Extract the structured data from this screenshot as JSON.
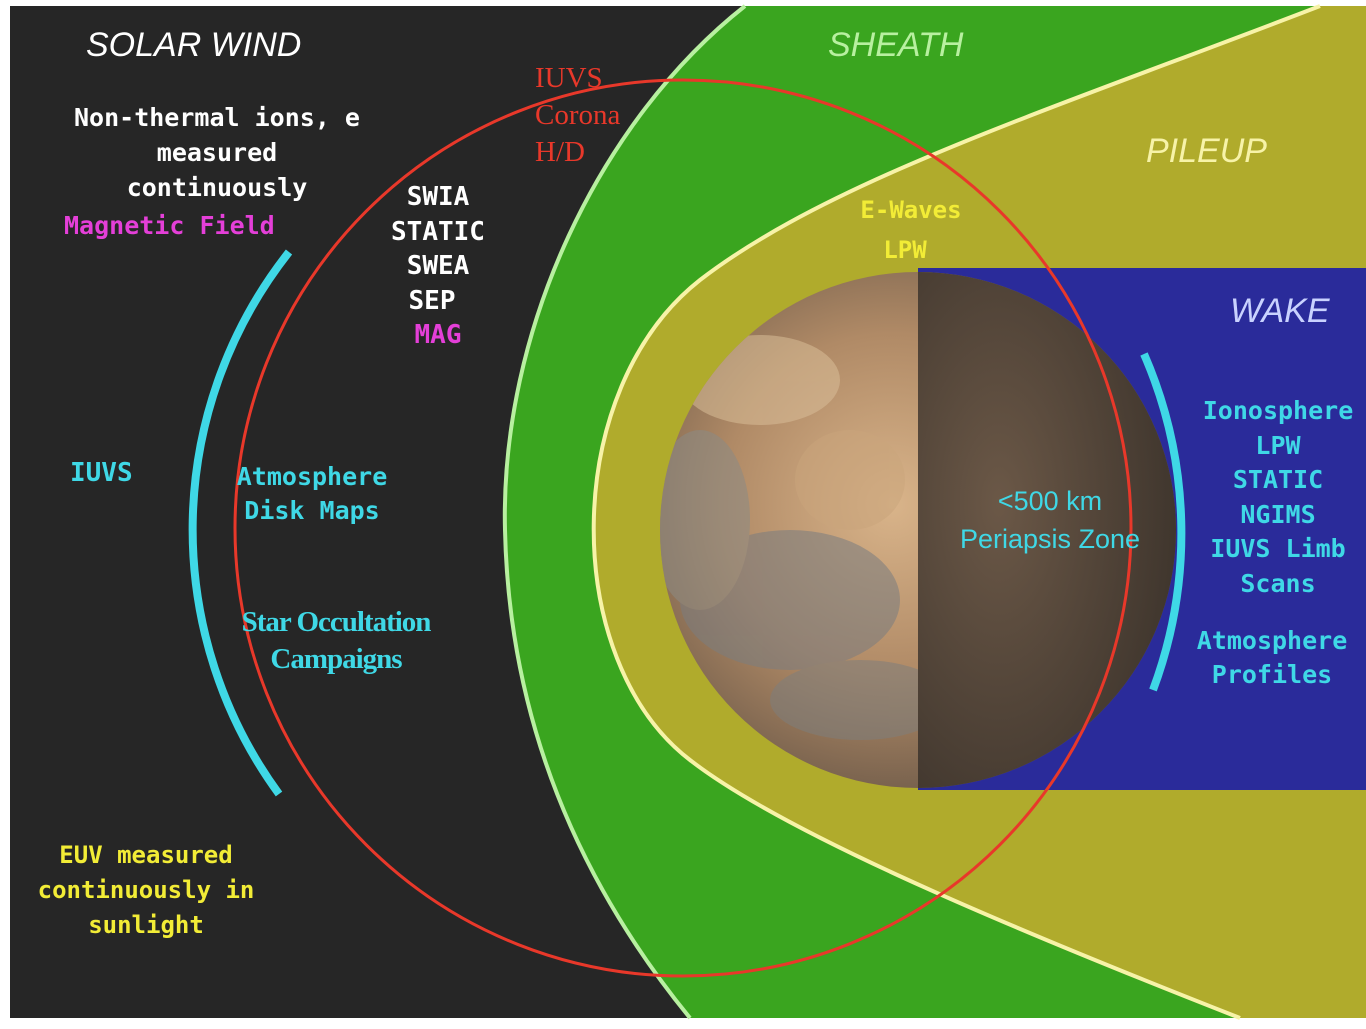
{
  "regions": {
    "solar_wind": "SOLAR WIND",
    "sheath": "SHEATH",
    "pileup": "PILEUP",
    "wake": "WAKE"
  },
  "solar_wind_notes": {
    "line1": "Non-thermal ions, e",
    "line2": "measured",
    "line3": "continuously",
    "magnetic_field": "Magnetic Field"
  },
  "instruments_solar_wind": [
    "SWIA",
    "STATIC",
    "SWEA",
    "SEP",
    "MAG"
  ],
  "iuvs_left": "IUVS",
  "atmosphere_disk_maps": [
    "Atmosphere",
    "Disk Maps"
  ],
  "star_occultation": [
    "Star Occultation",
    "Campaigns"
  ],
  "euv_note": [
    "EUV measured",
    "continuously in",
    "sunlight"
  ],
  "iuvs_corona": [
    "IUVS",
    "Corona",
    "H/D"
  ],
  "pileup_instruments": [
    "E-Waves",
    "LPW"
  ],
  "periapsis": [
    "<500 km",
    "Periapsis Zone"
  ],
  "wake_instruments": [
    "Ionosphere",
    "LPW",
    "STATIC",
    "NGIMS",
    "IUVS Limb",
    "Scans"
  ],
  "atmosphere_profiles": [
    "Atmosphere",
    "Profiles"
  ],
  "colors": {
    "background": "#262626",
    "sheath": "#3aa51f",
    "pileup": "#b0ab2c",
    "wake": "#2a2b9a",
    "orbit": "#e8382a",
    "cyan": "#3fd8e6",
    "magenta": "#e43fd8",
    "yellow": "#f2ec36",
    "white": "#ffffff"
  }
}
